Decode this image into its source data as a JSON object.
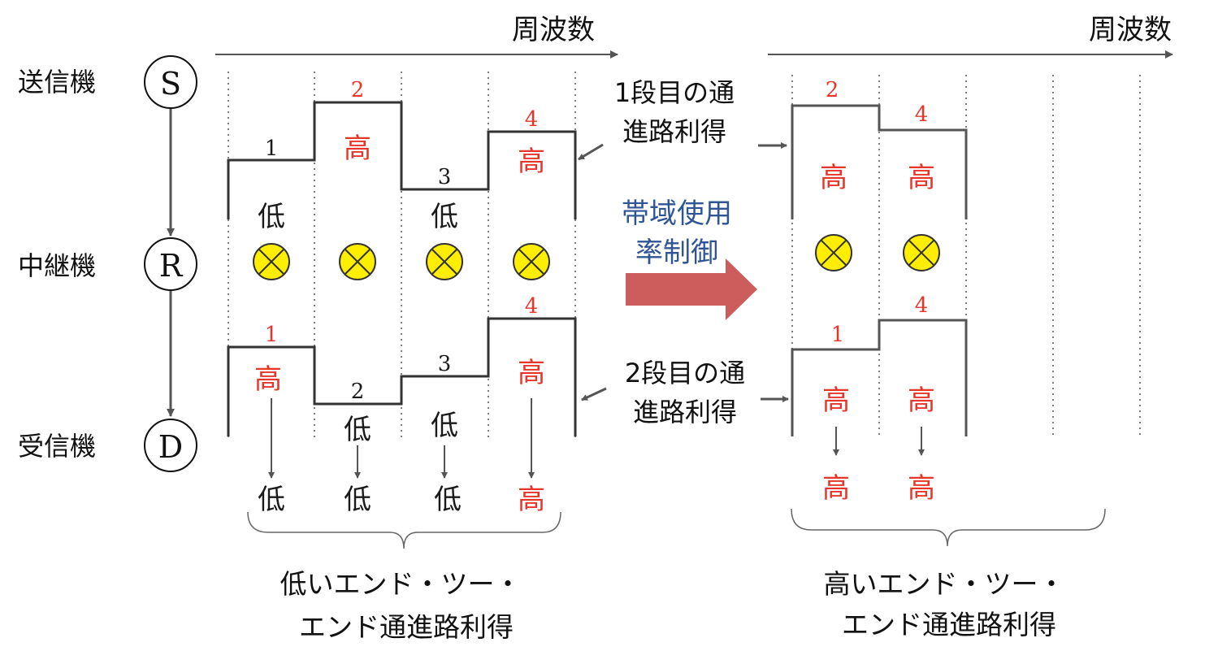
{
  "axis_label": "周波数",
  "nodes": [
    {
      "id": "S",
      "letter": "S",
      "label": "送信機"
    },
    {
      "id": "R",
      "letter": "R",
      "label": "中継機"
    },
    {
      "id": "D",
      "letter": "D",
      "label": "受信機"
    }
  ],
  "left_panel": {
    "hop1": {
      "numbers": [
        "1",
        "2",
        "3",
        "4"
      ],
      "levels": [
        "低",
        "高",
        "低",
        "高"
      ]
    },
    "hop2": {
      "numbers": [
        "1",
        "2",
        "3",
        "4"
      ],
      "levels": [
        "高",
        "低",
        "低",
        "高"
      ]
    },
    "end_to_end": [
      "低",
      "低",
      "低",
      "高"
    ],
    "caption_line1": "低いエンド・ツー・",
    "caption_line2": "エンド通進路利得"
  },
  "middle": {
    "hop1_label_line1": "1段目の通",
    "hop1_label_line2": "進路利得",
    "hop2_label_line1": "2段目の通",
    "hop2_label_line2": "進路利得",
    "arrow_label_line1": "帯域使用",
    "arrow_label_line2": "率制御"
  },
  "right_panel": {
    "hop1": {
      "numbers": [
        "2",
        "4"
      ],
      "levels": [
        "高",
        "高"
      ]
    },
    "hop2": {
      "numbers": [
        "1",
        "4"
      ],
      "levels": [
        "高",
        "高"
      ]
    },
    "end_to_end": [
      "高",
      "高"
    ],
    "caption_line1": "高いエンド・ツー・",
    "caption_line2": "エンド通進路利得"
  },
  "colors": {
    "high": "#e8352a",
    "low": "#1a1a1a",
    "relay_fill": "#ffee00",
    "bw_arrow": "#cd5c5c",
    "bw_text": "#2f5597",
    "line": "#555555"
  }
}
